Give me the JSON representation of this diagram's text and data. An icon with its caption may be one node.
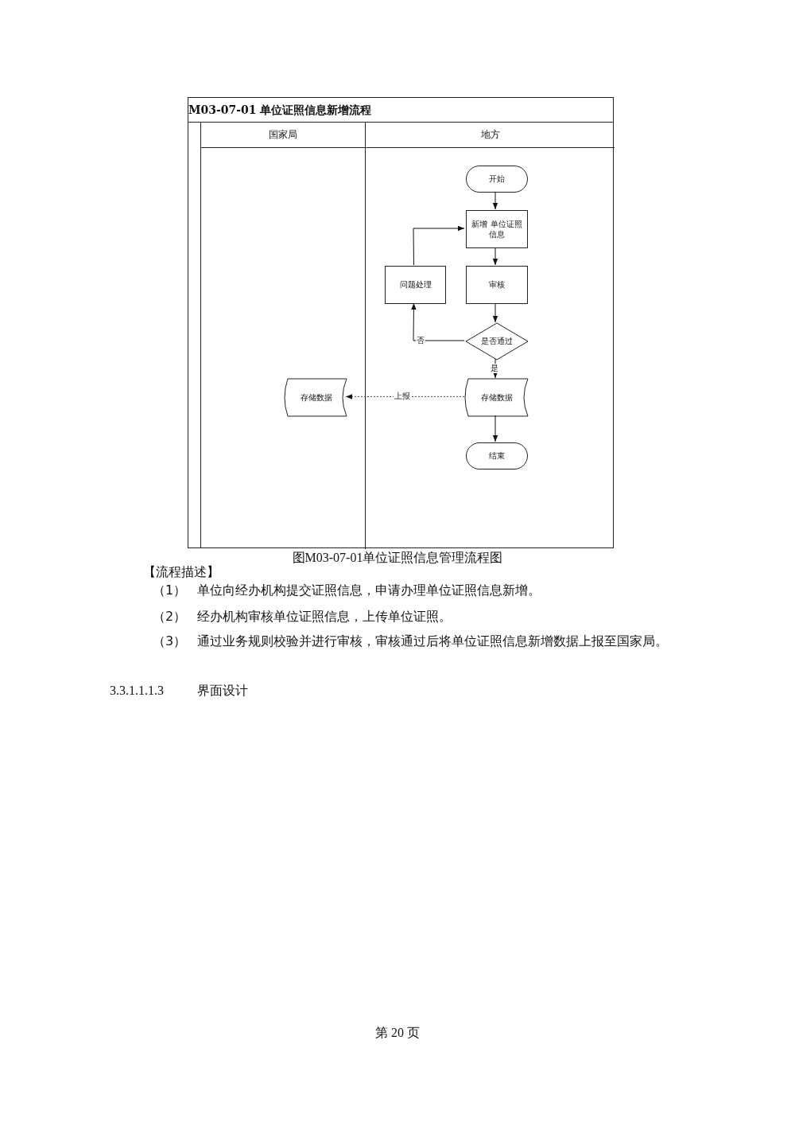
{
  "diagram": {
    "caption": "图M03-07-01单位证照信息管理流程图",
    "nodes": [
      {
        "text": [
          "M03-07-01 单位证照信息新增流程"
        ]
      },
      {
        "text": [
          "国家局"
        ],
        "in": 0
      },
      {
        "text": [
          "地方"
        ],
        "in": 0
      },
      {
        "text": [
          "开始"
        ],
        "in": 2
      },
      {
        "text": [
          "新增 单位证照信息"
        ],
        "in": 2
      },
      {
        "text": [
          "问题处理"
        ],
        "in": 2
      },
      {
        "text": [
          "审核"
        ],
        "in": 2
      },
      {
        "text": [
          "是否通过"
        ],
        "in": 2
      },
      {
        "text": [
          "存储数据"
        ],
        "in": 2
      },
      {
        "text": [
          "结束"
        ],
        "in": 2
      },
      {
        "text": [
          "存储数据"
        ],
        "in": 1
      }
    ],
    "edges": [
      {
        "from": 3,
        "to": 4,
        "arrow": "to"
      },
      {
        "from": 4,
        "to": 6,
        "arrow": "to"
      },
      {
        "from": 6,
        "to": 7,
        "arrow": "to"
      },
      {
        "from": 7,
        "to": 5,
        "arrow": "to",
        "label": "否"
      },
      {
        "from": 5,
        "to": 4,
        "arrow": "to"
      },
      {
        "from": 7,
        "to": 8,
        "arrow": "to",
        "label": "是"
      },
      {
        "from": 8,
        "to": 10,
        "arrow": "to",
        "label": "上报",
        "style": "dashed"
      },
      {
        "from": 8,
        "to": 9,
        "arrow": "to"
      }
    ],
    "labels": [
      "【流程描述】",
      "（1）",
      "单位向经办机构提交证照信息，申请办理单位证照信息新增。",
      "（2）",
      "经办机构审核单位证照信息，上传单位证照。",
      "（3）",
      "通过业务规则校验并进行审核，审核通过后将单位证照信息新增数据上报至国家局。",
      "3.3.1.1.1.3",
      "界面设计",
      "第 20 页"
    ]
  }
}
